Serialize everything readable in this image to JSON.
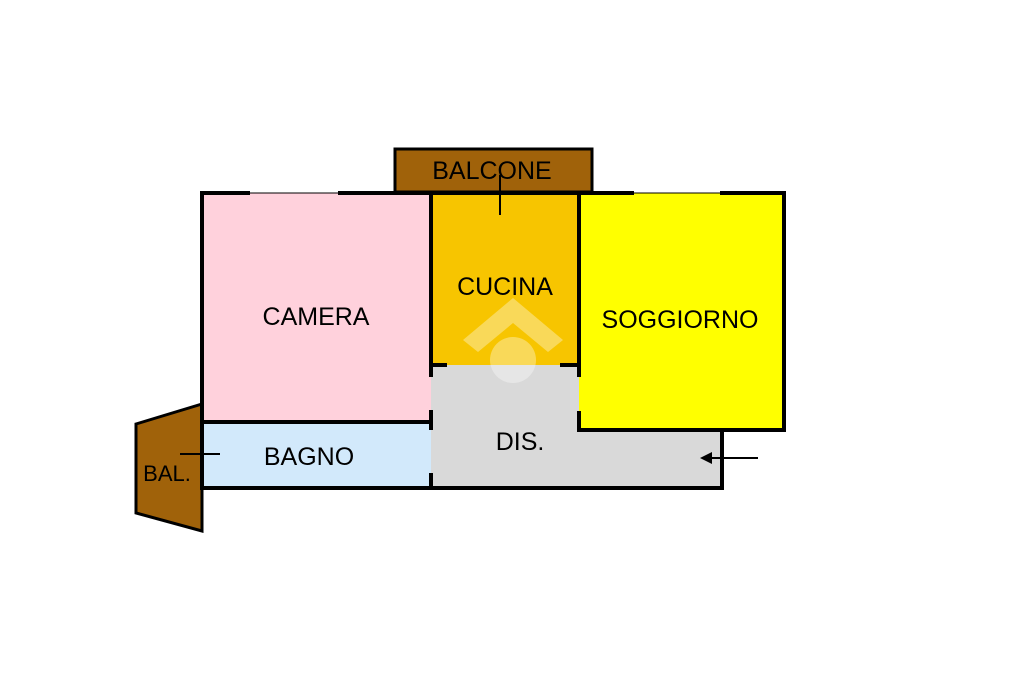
{
  "floorplan": {
    "rooms": {
      "balcone": {
        "label": "BALCONE",
        "color": "#a0620a"
      },
      "cucina": {
        "label": "CUCINA",
        "color": "#f7c500"
      },
      "camera": {
        "label": "CAMERA",
        "color": "#ffd1dc"
      },
      "soggiorno": {
        "label": "SOGGIORNO",
        "color": "#ffff00"
      },
      "bagno": {
        "label": "BAGNO",
        "color": "#d2e9fb"
      },
      "disimpegno": {
        "label": "DIS.",
        "color": "#d9d9d9"
      },
      "balcone_small": {
        "label": "BAL.",
        "color": "#a0620a"
      }
    },
    "wall_color": "#000000",
    "entrance_arrow": "left-arrow-icon",
    "watermark": "house-logo-icon"
  }
}
